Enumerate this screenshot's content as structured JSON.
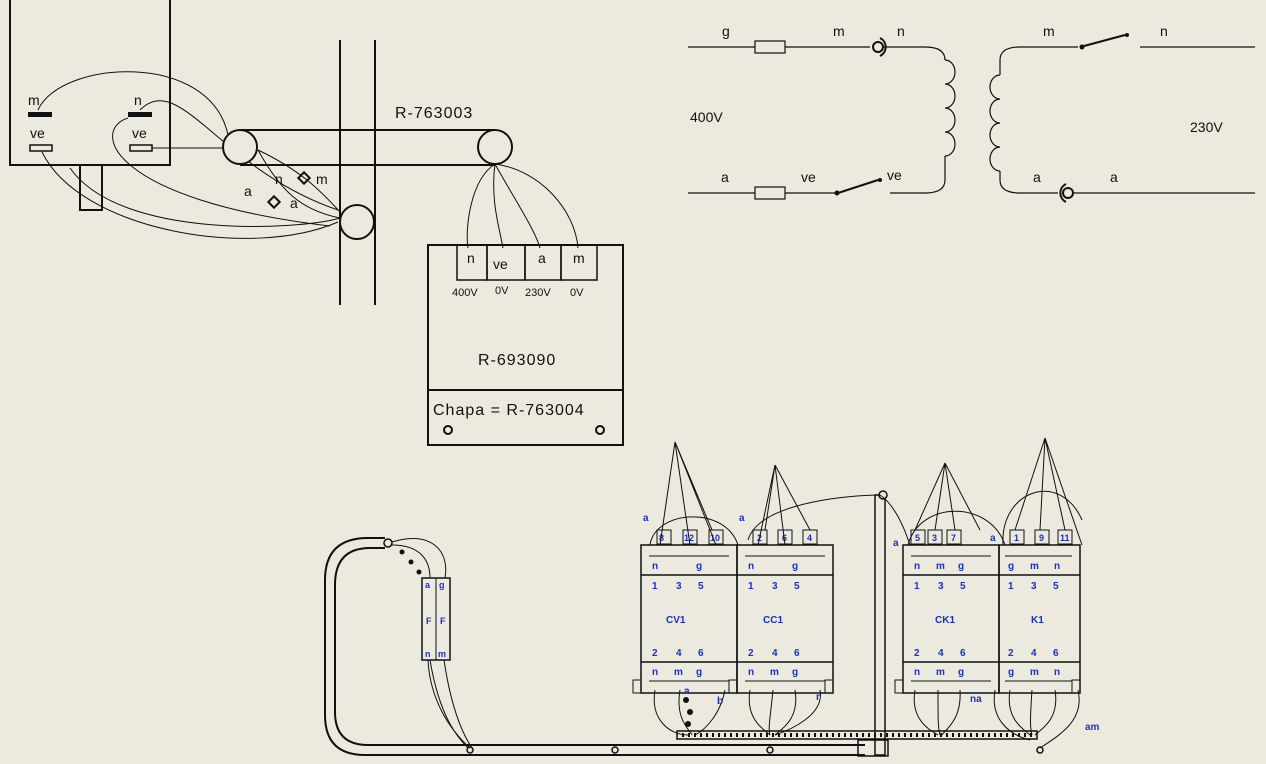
{
  "transformer_box": {
    "part_number": "R-693090",
    "plate_label": "Chapa = R-763004",
    "terminals": [
      "n",
      "ve",
      "a",
      "m"
    ],
    "voltages": [
      "400V",
      "0V",
      "230V",
      "0V"
    ]
  },
  "bracket_label": "R-763003",
  "tank_terminals": {
    "m": "m",
    "n": "n",
    "ve_left": "ve",
    "ve_right": "ve"
  },
  "crossing": {
    "n": "n",
    "m": "m",
    "a1": "a",
    "a2": "a"
  },
  "schematic": {
    "primary_voltage": "400V",
    "secondary_voltage": "230V",
    "top_left": [
      "g",
      "m",
      "n"
    ],
    "bottom_left": [
      "a",
      "ve",
      "ve"
    ],
    "top_right": [
      "m",
      "n"
    ],
    "bottom_right": [
      "a",
      "a"
    ]
  },
  "modules": [
    {
      "name": "CV1",
      "pins": [
        "8",
        "12",
        "10"
      ],
      "top": [
        "n",
        "",
        "g"
      ],
      "bottom": [
        "n",
        "m",
        "g"
      ]
    },
    {
      "name": "CC1",
      "pins": [
        "2",
        "6",
        "4"
      ],
      "top": [
        "n",
        "",
        "g"
      ],
      "bottom": [
        "n",
        "m",
        "g"
      ]
    },
    {
      "name": "CK1",
      "pins": [
        "5",
        "3",
        "7"
      ],
      "top": [
        "n",
        "m",
        "g"
      ],
      "bottom": [
        "n",
        "m",
        "g"
      ]
    },
    {
      "name": "K1",
      "pins": [
        "1",
        "9",
        "11"
      ],
      "top": [
        "g",
        "m",
        "n"
      ],
      "bottom": [
        "g",
        "m",
        "n"
      ]
    }
  ],
  "module_numbers_top": [
    "1",
    "3",
    "5"
  ],
  "module_numbers_bottom": [
    "2",
    "4",
    "6"
  ],
  "strip_labels": [
    "a",
    "g",
    "F",
    "F",
    "n",
    "m"
  ],
  "misc_labels": {
    "a1": "a",
    "a2": "a",
    "a3": "a",
    "a4": "a",
    "a5": "a",
    "b": "b",
    "r": "r",
    "na": "na",
    "am": "am"
  }
}
